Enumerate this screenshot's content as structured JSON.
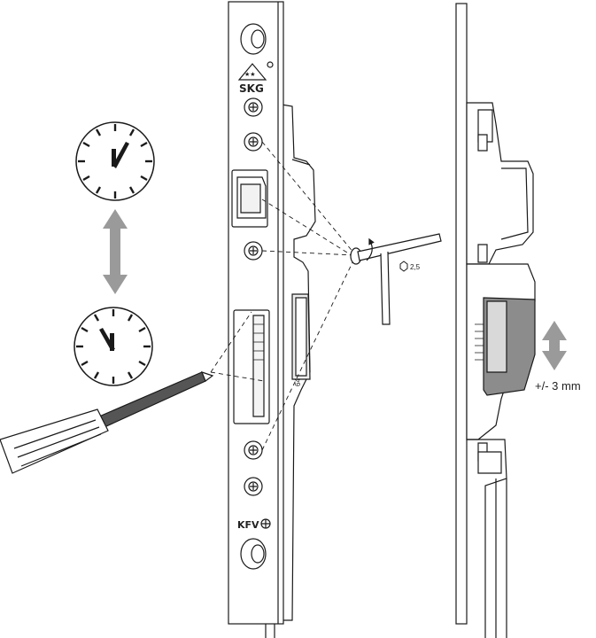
{
  "labels": {
    "brand_top": "SKG",
    "brand_bottom": "KFV",
    "hex_key_size": "2,5",
    "adjust_range": "+/- 3 mm",
    "strike_number": "64"
  },
  "colors": {
    "line": "#1a1a1a",
    "strike_fill": "#8c8c8c",
    "strike_light": "#d9d9d9",
    "arrow_fill": "#9a9a9a",
    "screwdriver_shaft": "#555555"
  },
  "icons": {
    "clock_top": "clock-icon",
    "clock_bottom": "clock-icon",
    "double_arrow": "vertical-double-arrow-icon",
    "hex_key": "hex-key-icon",
    "screwdriver": "screwdriver-icon"
  }
}
